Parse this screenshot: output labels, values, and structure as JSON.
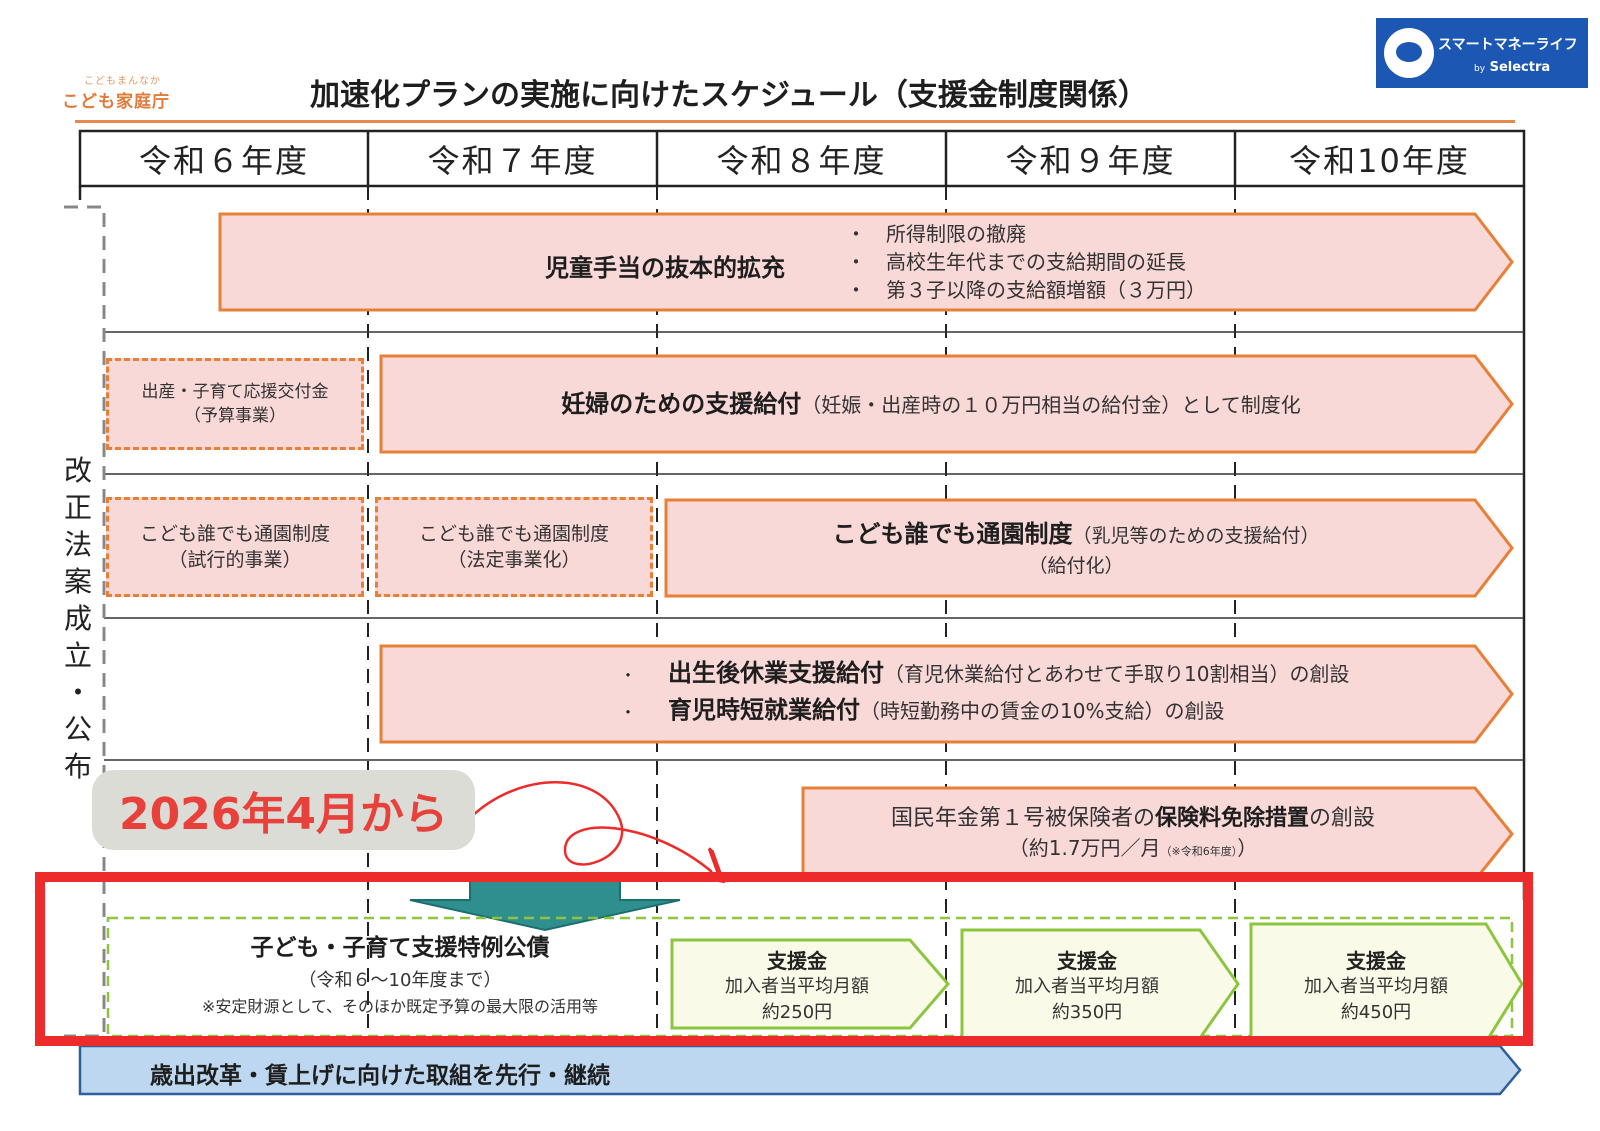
{
  "header": {
    "org_small": "こどもまんなか",
    "org_name": "こども家庭庁",
    "title": "加速化プランの実施に向けたスケジュール（支援金制度関係）",
    "badge_line1": "スマートマネーライフ",
    "badge_by": "by",
    "badge_line2": "Selectra"
  },
  "years": [
    "令和６年度",
    "令和７年度",
    "令和８年度",
    "令和９年度",
    "令和10年度"
  ],
  "side_label": [
    "改",
    "正",
    "法",
    "案",
    "成",
    "立",
    "・",
    "公",
    "布"
  ],
  "rows": {
    "child_allowance": {
      "title": "児童手当の抜本的拡充",
      "bullets": [
        "所得制限の撤廃",
        "高校生年代までの支給期間の延長",
        "第３子以降の支給額増額（３万円）"
      ]
    },
    "pregnancy": {
      "pre_box": [
        "出産・子育て応援交付金",
        "（予算事業）"
      ],
      "title": "妊婦のための支援給付",
      "detail": "（妊娠・出産時の１０万円相当の給付金）として制度化"
    },
    "daycare": {
      "box1": [
        "こども誰でも通園制度",
        "（試行的事業）"
      ],
      "box2": [
        "こども誰でも通園制度",
        "（法定事業化）"
      ],
      "title": "こども誰でも通園制度",
      "detail": "（乳児等のための支援給付）",
      "line2": "（給付化）"
    },
    "leave": {
      "item1_title": "出生後休業支援給付",
      "item1_detail": "（育児休業給付とあわせて手取り10割相当）の創設",
      "item2_title": "育児時短就業給付",
      "item2_detail": "（時短勤務中の賃金の10%支給）の創設"
    },
    "pension": {
      "line1_pre": "国民年金第１号被保険者の",
      "line1_bold": "保険料免除措置",
      "line1_post": "の創設",
      "line2_main": "（約1.7万円／月",
      "line2_note": "（※令和6年度）",
      "line2_end": "）"
    },
    "bonds": {
      "title": "子ども・子育て支援特例公債",
      "line2": "（令和６～10年度まで）",
      "line3": "※安定財源として、そのほか既定予算の最大限の活用等"
    },
    "support_fees": [
      {
        "title": "支援金",
        "line1": "加入者当平均月額",
        "line2": "約250円"
      },
      {
        "title": "支援金",
        "line1": "加入者当平均月額",
        "line2": "約350円"
      },
      {
        "title": "支援金",
        "line1": "加入者当平均月額",
        "line2": "約450円"
      }
    ],
    "reform": {
      "title": "歳出改革・賃上げに向けた取組を先行・継続"
    }
  },
  "callout": {
    "text": "2026年4月から"
  },
  "colors": {
    "orange": "#e87f37",
    "pink": "#f9d8d8",
    "green": "#8cc63f",
    "highlight_red": "#ee2b2b",
    "callout_text": "#e8413b",
    "teal": "#2f8f8f",
    "blue": "#bcd7ef"
  }
}
